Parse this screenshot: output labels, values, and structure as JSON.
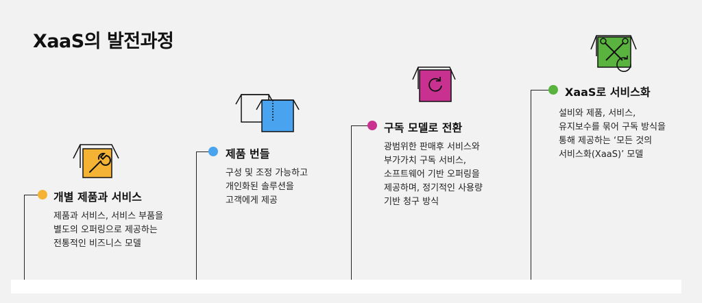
{
  "title": "XaaS의 발전과정",
  "stages": [
    {
      "heading": "개별 제품과 서비스",
      "desc": [
        "제품과 서비스, 서비스 부품을",
        "별도의 오퍼링으로 제공하는",
        "전통적인 비즈니스 모델"
      ],
      "color": "#f5b335",
      "icon": "wrench-icon"
    },
    {
      "heading": "제품 번들",
      "desc": [
        "구성 및 조정 가능하고",
        "개인화된 솔루션을",
        "고객에게 제공"
      ],
      "color": "#4aa3ef",
      "icon": "stacked-boxes-icon"
    },
    {
      "heading": "구독 모델로 전환",
      "desc": [
        "광범위한 판매후 서비스와",
        "부가가치 구독 서비스,",
        "소프트웨어 기반 오퍼링을",
        "제공하며, 정기적인 사용량",
        "기반 청구 방식"
      ],
      "color": "#c8318f",
      "icon": "refresh-icon"
    },
    {
      "heading": "XaaS로 서비스화",
      "desc": [
        "설비와 제품, 서비스,",
        "유지보수를 묶어 구독 방식을",
        "통해 제공하는 ‘모든 것의",
        "서비스화(XaaS)’ 모델"
      ],
      "color": "#5bb33f",
      "icon": "tools-cycle-icon"
    }
  ]
}
